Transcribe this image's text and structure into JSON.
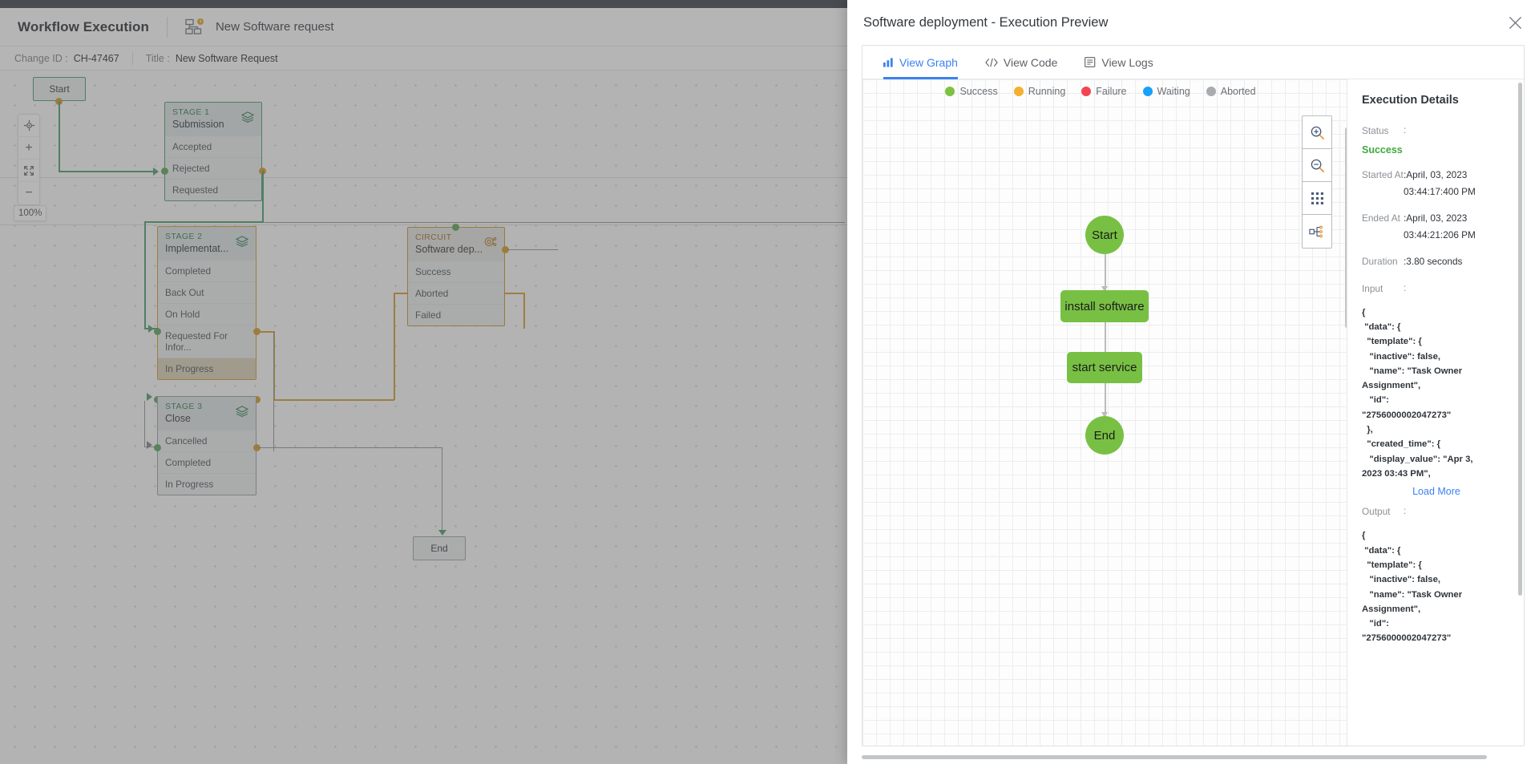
{
  "app": {
    "title": "Workflow Execution",
    "subtitle": "New Software request",
    "change_id_label": "Change ID :",
    "change_id_value": "CH-47467",
    "title_label": "Title :",
    "title_value": "New Software Request",
    "zoom_level": "100%"
  },
  "canvas": {
    "start_node": "Start",
    "end_node": "End",
    "stages": [
      {
        "label": "STAGE 1",
        "name": "Submission",
        "rows": [
          "Accepted",
          "Rejected",
          "Requested"
        ],
        "active_row": "Requested"
      },
      {
        "label": "STAGE 2",
        "name": "Implementat...",
        "rows": [
          "Completed",
          "Back Out",
          "On Hold",
          "Requested For Infor...",
          "In Progress"
        ],
        "active_row": "In Progress"
      },
      {
        "label": "STAGE 3",
        "name": "Close",
        "rows": [
          "Cancelled",
          "Completed",
          "In Progress"
        ],
        "active_row": ""
      }
    ],
    "circuit": {
      "label": "CIRCUIT",
      "name": "Software dep...",
      "rows": [
        "Success",
        "Aborted",
        "Failed"
      ]
    }
  },
  "modal": {
    "title": "Software deployment - Execution Preview",
    "tabs": [
      {
        "label": "View Graph",
        "icon": "bar-chart-icon",
        "active": true
      },
      {
        "label": "View Code",
        "icon": "code-icon",
        "active": false
      },
      {
        "label": "View Logs",
        "icon": "logs-icon",
        "active": false
      }
    ],
    "legend": [
      {
        "label": "Success",
        "color": "#7cc242"
      },
      {
        "label": "Running",
        "color": "#f5b02e"
      },
      {
        "label": "Failure",
        "color": "#f4444f"
      },
      {
        "label": "Waiting",
        "color": "#18a0fb"
      },
      {
        "label": "Aborted",
        "color": "#a9acaf"
      }
    ],
    "graph_tools": [
      "zoom-in-icon",
      "zoom-out-icon",
      "grid-icon",
      "hierarchy-icon"
    ],
    "flow_nodes": [
      {
        "label": "Start",
        "shape": "circle"
      },
      {
        "label": "install software",
        "shape": "rect"
      },
      {
        "label": "start service",
        "shape": "rect"
      },
      {
        "label": "End",
        "shape": "circle"
      }
    ],
    "node_color": "#78c043",
    "details": {
      "heading": "Execution Details",
      "status_label": "Status",
      "status_value": "Success",
      "status_color": "#3ea93e",
      "started_label": "Started At",
      "started_value": "April, 03, 2023 03:44:17:400 PM",
      "started_date": ":April, 03, 2023",
      "started_time": "03:44:17:400 PM",
      "ended_label": "Ended At",
      "ended_date": ":April, 03, 2023",
      "ended_time": "03:44:21:206 PM",
      "duration_label": "Duration",
      "duration_value": ":3.80 seconds",
      "input_label": "Input",
      "input_json": "{\n \"data\": {\n  \"template\": {\n   \"inactive\": false,\n   \"name\": \"Task Owner\nAssignment\",\n   \"id\":\n\"2756000002047273\"\n  },\n  \"created_time\": {\n   \"display_value\": \"Apr 3,\n2023 03:43 PM\",",
      "load_more_label": "Load More",
      "output_label": "Output",
      "output_json": "{\n \"data\": {\n  \"template\": {\n   \"inactive\": false,\n   \"name\": \"Task Owner\nAssignment\",\n   \"id\":\n\"2756000002047273\""
    }
  }
}
